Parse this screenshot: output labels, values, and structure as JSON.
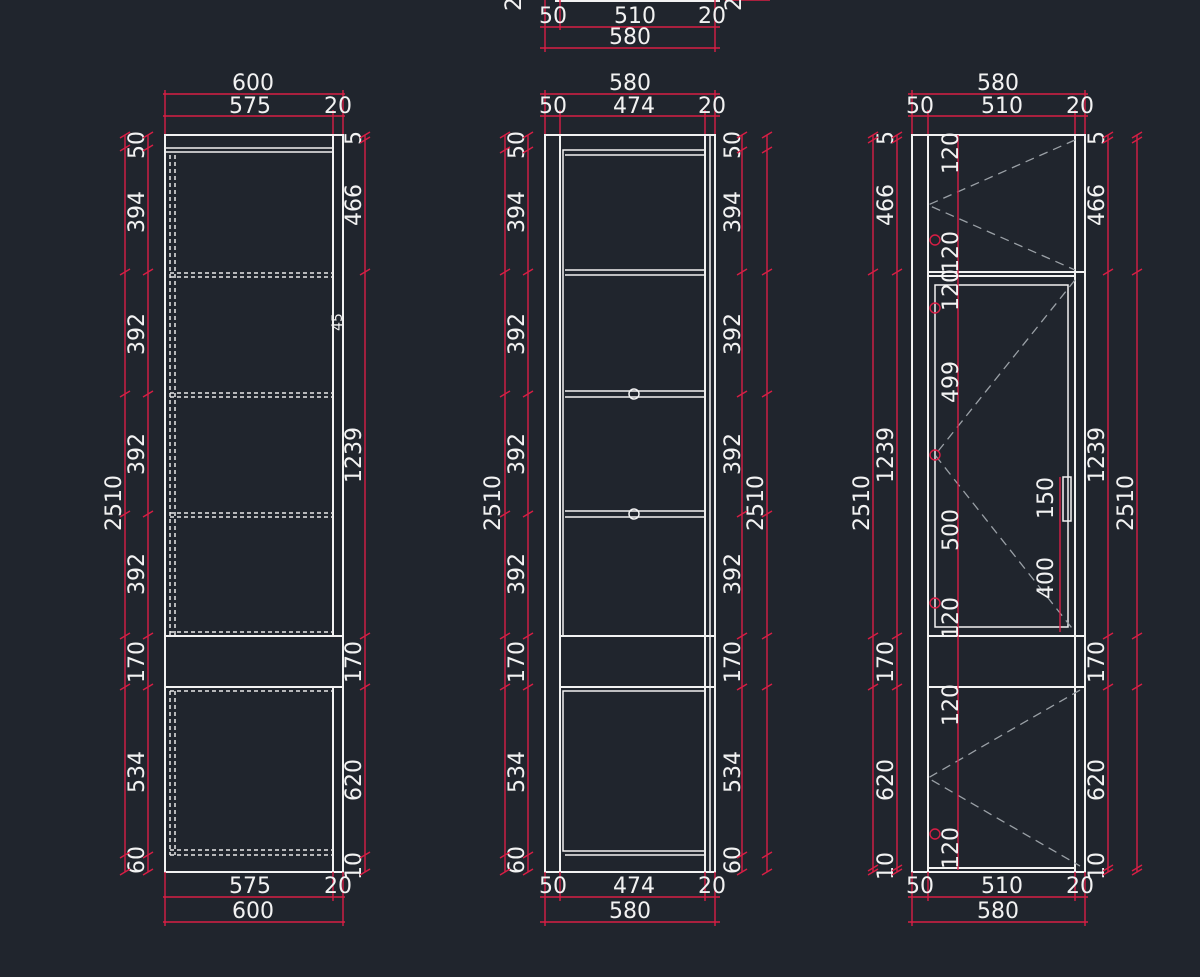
{
  "colors": {
    "background": "#20252d",
    "geometry": "#f2f2f2",
    "dimension": "#d81e45",
    "hinge_guide": "#9aa0a6"
  },
  "top_partial": {
    "d1": "50",
    "d2": "510",
    "d3": "20",
    "d4": "2",
    "d5": "2",
    "total": "580"
  },
  "left": {
    "top_total": "600",
    "top_a": "575",
    "top_b": "20",
    "left_dims": [
      "50",
      "394",
      "392",
      "392",
      "392",
      "170",
      "534",
      "60"
    ],
    "right_dims": [
      "5",
      "466",
      "1239",
      "170",
      "620",
      "10"
    ],
    "overall": "2510",
    "marker": "45",
    "bottom_a": "575",
    "bottom_b": "20",
    "bottom_total": "600"
  },
  "middle": {
    "top_total": "580",
    "top_a": "50",
    "top_b": "474",
    "top_c": "20",
    "left_dims": [
      "50",
      "394",
      "392",
      "392",
      "392",
      "170",
      "534",
      "60"
    ],
    "right_dims": [
      "50",
      "394",
      "392",
      "392",
      "392",
      "170",
      "534",
      "60"
    ],
    "overall_left": "2510",
    "overall_right": "2510",
    "bottom_a": "50",
    "bottom_b": "474",
    "bottom_c": "20",
    "bottom_total": "580"
  },
  "right": {
    "top_total": "580",
    "top_a": "50",
    "top_b": "510",
    "top_c": "20",
    "left_dims": [
      "5",
      "466",
      "1239",
      "170",
      "620",
      "10"
    ],
    "overall_left": "2510",
    "hinge_dims": [
      "120",
      "120",
      "120",
      "499",
      "500",
      "120",
      "120",
      "120"
    ],
    "handle_dims": [
      "150",
      "400"
    ],
    "right_dims": [
      "5",
      "466",
      "1239",
      "170",
      "620",
      "10"
    ],
    "overall_right": "2510",
    "bottom_a": "50",
    "bottom_b": "510",
    "bottom_c": "20",
    "bottom_total": "580"
  }
}
